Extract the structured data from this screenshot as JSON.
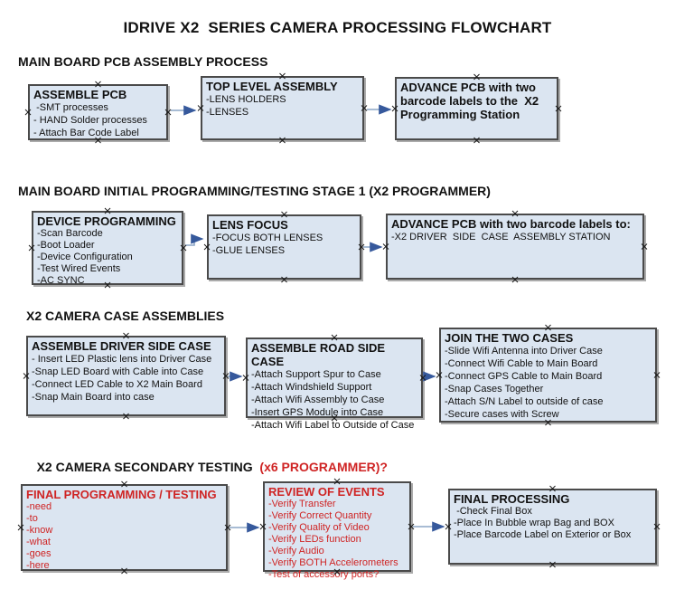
{
  "title": "IDRIVE X2  SERIES CAMERA PROCESSING FLOWCHART",
  "colors": {
    "box_fill": "#dbe5f1",
    "box_border": "#4a4a4a",
    "arrow_line": "#8ca6c6",
    "arrow_head": "#36599c",
    "red_text": "#cf2424",
    "marker_color": "#1a1a1a",
    "text_color": "#111111"
  },
  "sections": [
    {
      "heading": "MAIN BOARD PCB ASSEMBLY PROCESS",
      "boxes": [
        {
          "header": "ASSEMBLE PCB",
          "items": [
            " -SMT processes",
            "- HAND Solder processes",
            "- Attach Bar Code Label"
          ]
        },
        {
          "header": "TOP LEVEL ASSEMBLY",
          "items": [
            "-LENS HOLDERS",
            "-LENSES"
          ]
        },
        {
          "header": "ADVANCE PCB with two barcode labels to the  X2 Programming Station",
          "items": []
        }
      ]
    },
    {
      "heading": "MAIN BOARD INITIAL PROGRAMMING/TESTING STAGE 1 (X2 PROGRAMMER)",
      "boxes": [
        {
          "header": "DEVICE PROGRAMMING",
          "items": [
            "-Scan Barcode",
            "-Boot Loader",
            "-Device Configuration",
            "-Test Wired Events",
            "-AC SYNC"
          ]
        },
        {
          "header": "LENS FOCUS",
          "items": [
            "-FOCUS BOTH LENSES",
            "-GLUE LENSES"
          ]
        },
        {
          "header": "ADVANCE PCB with two barcode labels to:",
          "items": [
            "-X2 DRIVER  SIDE  CASE  ASSEMBLY STATION"
          ]
        }
      ]
    },
    {
      "heading": "X2 CAMERA CASE ASSEMBLIES",
      "boxes": [
        {
          "header": "ASSEMBLE DRIVER SIDE CASE",
          "items": [
            "- Insert LED Plastic lens into Driver Case",
            "-Snap LED Board with Cable into Case",
            "-Connect LED Cable to X2 Main Board",
            "-Snap Main Board into case"
          ]
        },
        {
          "header": "ASSEMBLE ROAD SIDE CASE",
          "items": [
            "-Attach Support Spur to Case",
            "-Attach Windshield Support",
            "-Attach Wifi Assembly to Case",
            "-Insert GPS Module into Case",
            "-Attach Wifi Label to Outside of Case"
          ]
        },
        {
          "header": "JOIN THE TWO CASES",
          "items": [
            "-Slide Wifi Antenna into Driver Case",
            "-Connect Wifi Cable to Main Board",
            "-Connect GPS Cable to Main Board",
            "-Snap Cases Together",
            "-Attach S/N Label to outside of case",
            "-Secure cases with Screw"
          ]
        }
      ]
    },
    {
      "heading": "X2 CAMERA SECONDARY TESTING  ",
      "heading_red": "(x6 PROGRAMMER)?",
      "boxes": [
        {
          "header": "FINAL PROGRAMMING / TESTING",
          "items": [
            "-need",
            "-to",
            "-know",
            "-what",
            "-goes",
            "-here"
          ]
        },
        {
          "header": "REVIEW OF EVENTS",
          "items": [
            "-Verify Transfer",
            "-Verify Correct Quantity",
            "-Verify Quality of Video",
            "-Verify LEDs function",
            "-Verify Audio",
            "-Verify BOTH Accelerometers",
            "-Test of accessory ports?"
          ]
        },
        {
          "header": "FINAL PROCESSING",
          "items": [
            " -Check Final Box",
            "-Place In Bubble wrap Bag and BOX",
            "-Place Barcode Label on Exterior or Box"
          ]
        }
      ]
    }
  ]
}
